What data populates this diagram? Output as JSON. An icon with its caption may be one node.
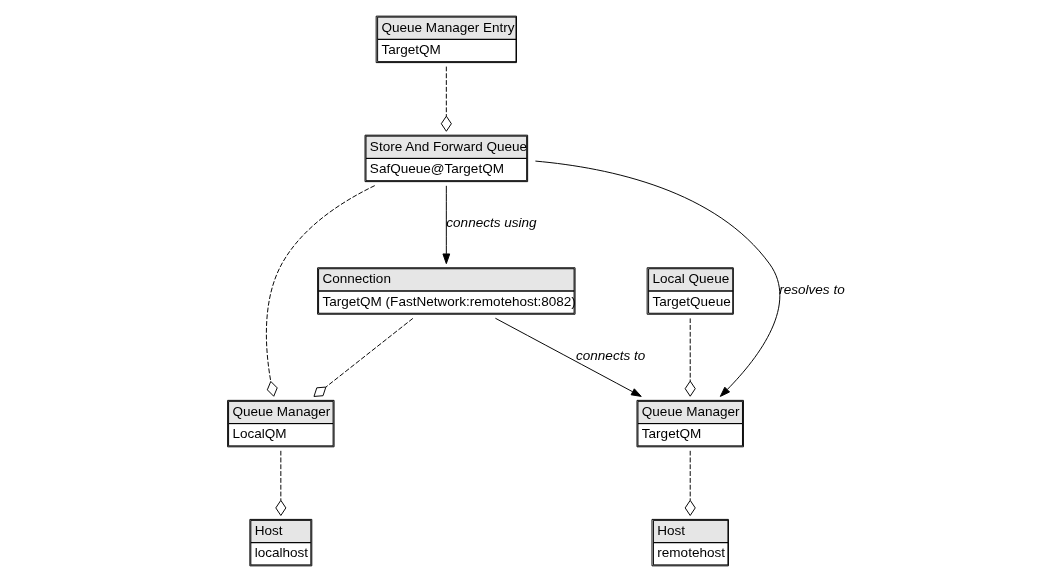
{
  "diagram": {
    "nodes": [
      {
        "text": [
          "Host",
          "localhost"
        ]
      },
      {
        "text": [
          "Connection",
          "TargetQM (FastNetwork:remotehost:8082)"
        ]
      },
      {
        "text": [
          "Host",
          "remotehost"
        ]
      },
      {
        "text": [
          "Queue Manager",
          "LocalQM"
        ]
      },
      {
        "text": [
          "Store And Forward Queue",
          "SafQueue@TargetQM"
        ]
      },
      {
        "text": [
          "Queue Manager",
          "TargetQM"
        ]
      },
      {
        "text": [
          "Queue Manager Entry",
          "TargetQM"
        ]
      },
      {
        "text": [
          "Local Queue",
          "TargetQueue"
        ]
      }
    ],
    "edges": [
      {
        "from": 3,
        "to": 0,
        "arrow": "other",
        "style": "dashed"
      },
      {
        "from": 1,
        "to": 3,
        "arrow": "other",
        "style": "dashed"
      },
      {
        "from": 4,
        "to": 3,
        "arrow": "other",
        "style": "dashed"
      },
      {
        "from": 4,
        "to": 1,
        "arrow": "to",
        "label": "connects using"
      },
      {
        "from": 1,
        "to": 5,
        "arrow": "to",
        "label": "connects to"
      },
      {
        "from": 4,
        "to": 5,
        "arrow": "to",
        "label": "resolves to"
      },
      {
        "from": 5,
        "to": 2,
        "arrow": "other",
        "style": "dashed"
      },
      {
        "from": 6,
        "to": 4,
        "arrow": "other",
        "style": "dashed"
      },
      {
        "from": 7,
        "to": 5,
        "arrow": "other",
        "style": "dashed"
      }
    ]
  }
}
